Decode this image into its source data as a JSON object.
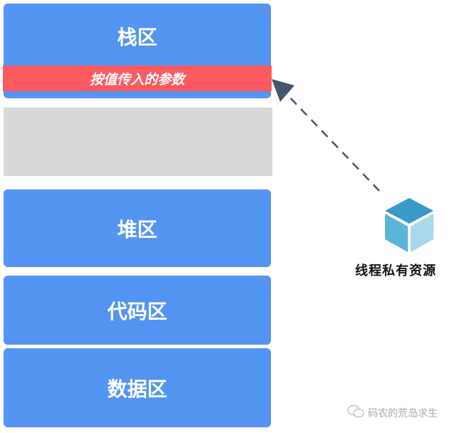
{
  "memory_regions": {
    "stack": {
      "label": "栈区",
      "param_band": "按值传入的参数"
    },
    "unused": {
      "label": ""
    },
    "heap": {
      "label": "堆区"
    },
    "code": {
      "label": "代码区"
    },
    "data": {
      "label": "数据区"
    }
  },
  "thread_resource": {
    "label": "线程私有资源"
  },
  "watermark": {
    "text": "码农的荒岛求生"
  },
  "colors": {
    "block": "#5494f2",
    "band": "#fc5a5f",
    "gray": "#d8d8d8",
    "arrow": "#44546a"
  }
}
